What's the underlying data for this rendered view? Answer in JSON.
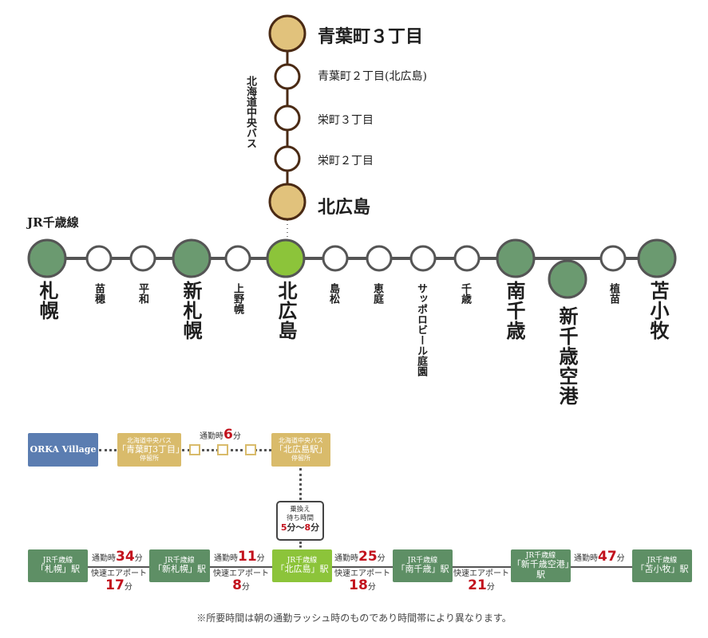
{
  "colors": {
    "bus_line": "#4a2a14",
    "bus_major_fill": "#e1c27c",
    "jr_line": "#555555",
    "jr_major_fill": "#6b9a70",
    "jr_current_fill": "#8cc43a",
    "orka_box": "#5b7db1",
    "bus_box": "#d9bb6b",
    "jr_box": "#5e8f65",
    "time_red": "#c2121d"
  },
  "bus_route": {
    "line_name": "北海道中央バス",
    "stops": [
      {
        "name": "青葉町３丁目",
        "major": true
      },
      {
        "name": "青葉町２丁目(北広島)",
        "major": false
      },
      {
        "name": "栄町３丁目",
        "major": false
      },
      {
        "name": "栄町２丁目",
        "major": false
      },
      {
        "name": "北広島",
        "major": true
      }
    ]
  },
  "jr_route": {
    "line_name": "JR千歳線",
    "stations": [
      {
        "name": "札幌",
        "type": "major"
      },
      {
        "name": "苗穂",
        "type": "minor"
      },
      {
        "name": "平和",
        "type": "minor"
      },
      {
        "name": "新札幌",
        "type": "major"
      },
      {
        "name": "上野幌",
        "type": "minor"
      },
      {
        "name": "北広島",
        "type": "current"
      },
      {
        "name": "島松",
        "type": "minor"
      },
      {
        "name": "恵庭",
        "type": "minor"
      },
      {
        "name": "サッポロビール庭園",
        "type": "minor"
      },
      {
        "name": "千歳",
        "type": "minor"
      },
      {
        "name": "南千歳",
        "type": "major"
      },
      {
        "name": "新千歳空港",
        "type": "major-branch"
      },
      {
        "name": "植苗",
        "type": "minor"
      },
      {
        "name": "苫小牧",
        "type": "major"
      }
    ]
  },
  "access": {
    "origin": "ORKA Village",
    "bus_from": {
      "l1": "北海道中央バス",
      "l2": "「青葉町3丁目」",
      "l3": "停留所"
    },
    "bus_to": {
      "l1": "北海道中央バス",
      "l2": "「北広島駅」",
      "l3": "停留所"
    },
    "bus_time_label": "通勤時",
    "bus_time_value": "6",
    "unit": "分",
    "transfer": {
      "l1": "乗換え",
      "l2": "待ち時間",
      "from": "5",
      "sep": "分〜",
      "to": "8",
      "unit": "分"
    }
  },
  "jr_access": {
    "stations": [
      {
        "l1": "JR千歳線",
        "l2": "「札幌」駅"
      },
      {
        "l1": "JR千歳線",
        "l2": "「新札幌」駅"
      },
      {
        "l1": "JR千歳線",
        "l2": "「北広島」駅"
      },
      {
        "l1": "JR千歳線",
        "l2": "「南千歳」駅"
      },
      {
        "l1": "JR千歳線",
        "l2": "「新千歳空港」駅"
      },
      {
        "l1": "JR千歳線",
        "l2": "「苫小牧」駅"
      }
    ],
    "commute_label": "通勤時",
    "rapid_label": "快速エアポート",
    "unit": "分",
    "segments": [
      {
        "commute": "34",
        "rapid": "17"
      },
      {
        "commute": "11",
        "rapid": "8"
      },
      {
        "commute": "25",
        "rapid": "18"
      },
      {
        "commute": "",
        "rapid": "21"
      },
      {
        "commute": "47",
        "rapid": ""
      }
    ]
  },
  "footnote": "※所要時間は朝の通勤ラッシュ時のものであり時間帯により異なります。"
}
